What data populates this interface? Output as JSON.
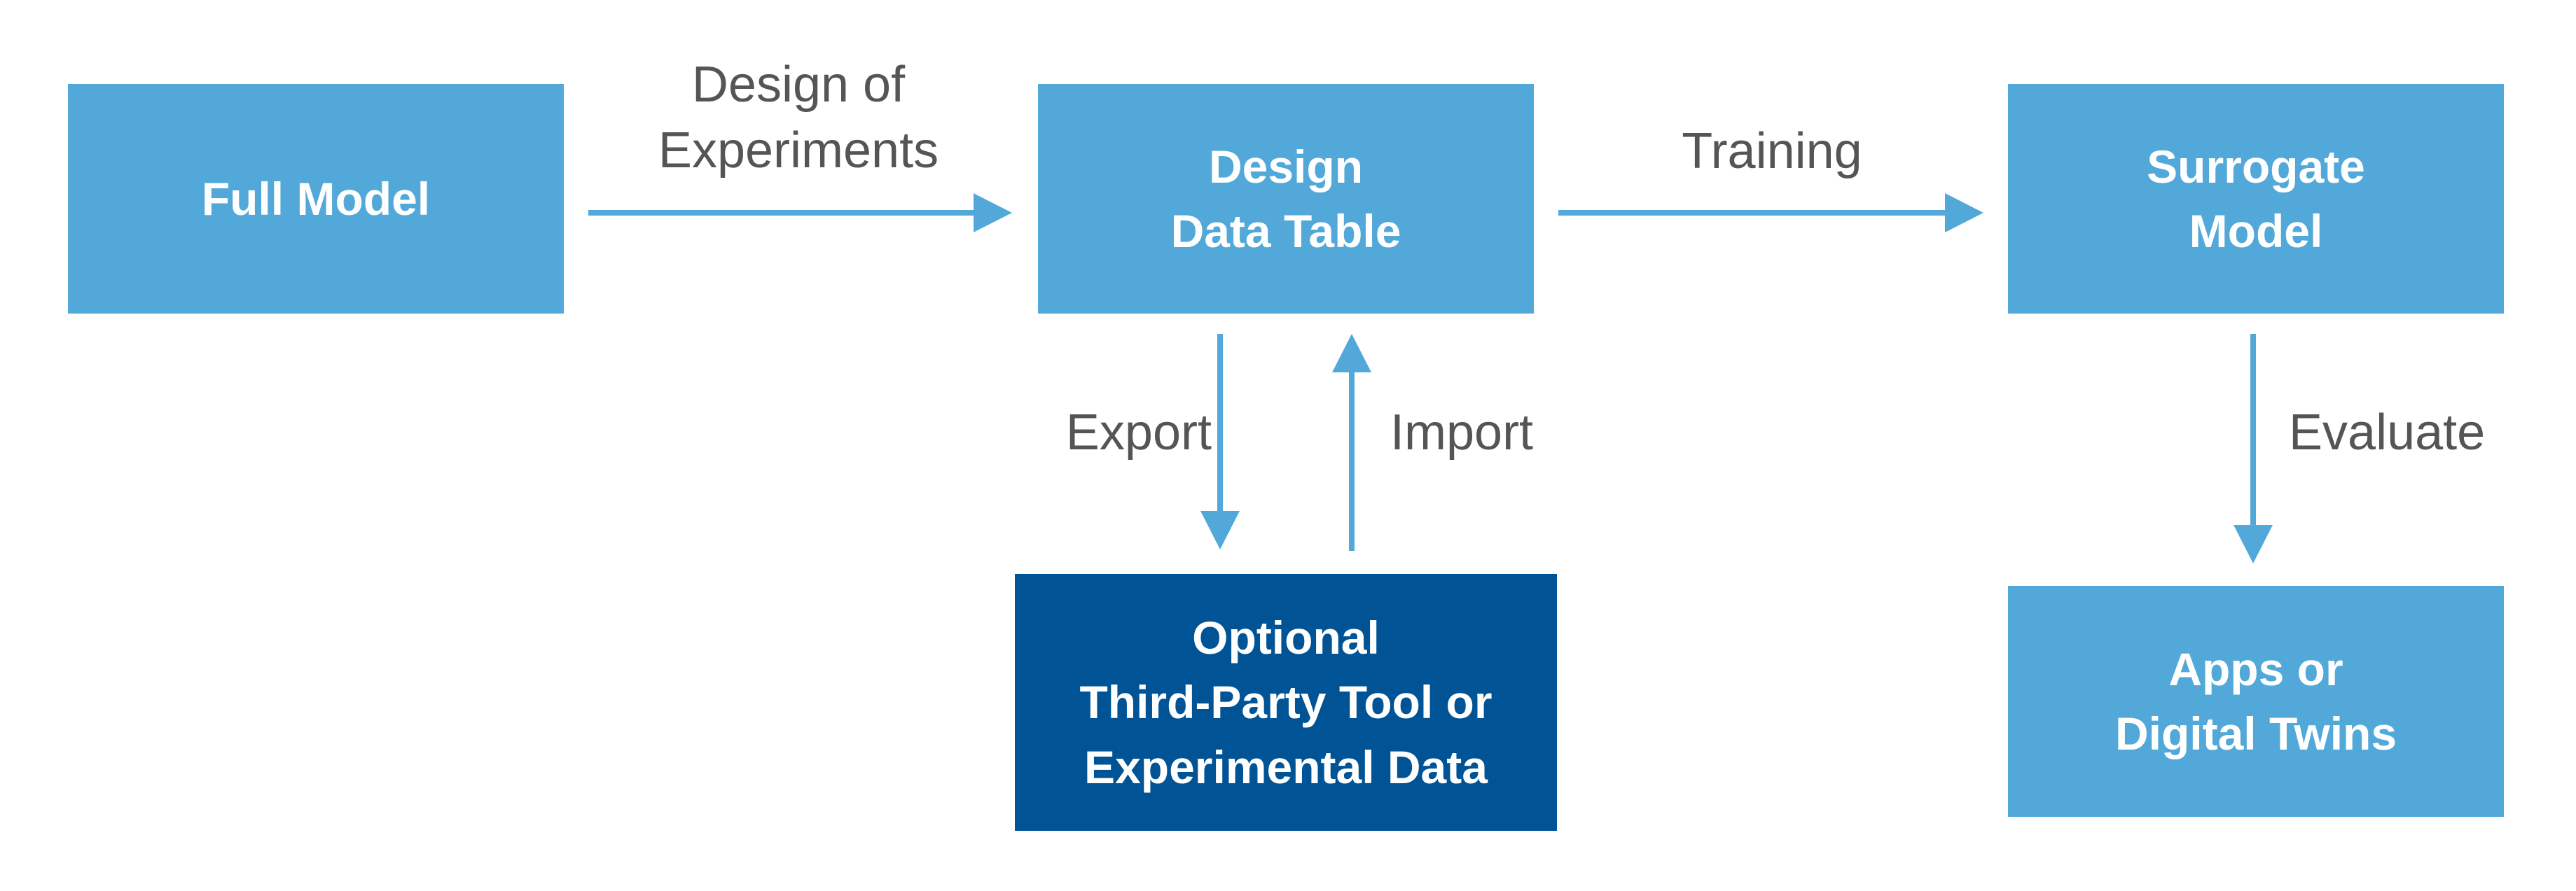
{
  "colors": {
    "box_light": "#52a9d9",
    "box_dark": "#005496",
    "arrow": "#52a9d9",
    "label_text": "#555555",
    "box_text": "#ffffff"
  },
  "nodes": {
    "full_model": {
      "lines": [
        "Full Model"
      ]
    },
    "design_data_table": {
      "lines": [
        "Design",
        "Data Table"
      ]
    },
    "surrogate_model": {
      "lines": [
        "Surrogate",
        "Model"
      ]
    },
    "third_party": {
      "lines": [
        "Optional",
        "Third-Party Tool or",
        "Experimental Data"
      ]
    },
    "apps": {
      "lines": [
        "Apps or",
        "Digital Twins"
      ]
    }
  },
  "edges": {
    "design_of_experiments": {
      "lines": [
        "Design of",
        "Experiments"
      ]
    },
    "training": {
      "lines": [
        "Training"
      ]
    },
    "export": {
      "lines": [
        "Export"
      ]
    },
    "import": {
      "lines": [
        "Import"
      ]
    },
    "evaluate": {
      "lines": [
        "Evaluate"
      ]
    }
  }
}
